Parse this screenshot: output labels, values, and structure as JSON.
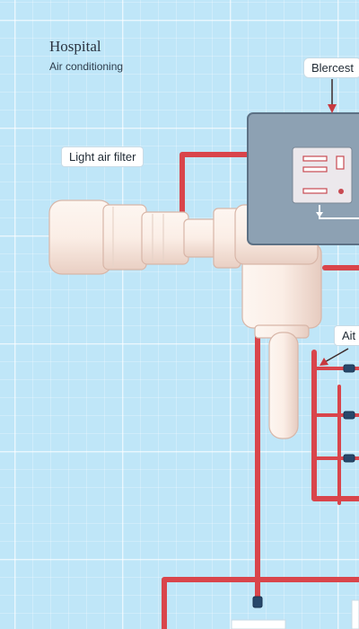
{
  "header": {
    "title": "Hospital",
    "subtitle": "Air conditioning"
  },
  "labels": {
    "filter": "Light air filter",
    "top_right": "Blercest",
    "right_mid": "Ait"
  },
  "colors": {
    "background": "#bfe6f8",
    "pipe_red": "#d9454b",
    "unit_body": "#f5e7df",
    "control_box": "#8da1b3",
    "panel": "#ece8ec",
    "valve_blue": "#27486b"
  }
}
